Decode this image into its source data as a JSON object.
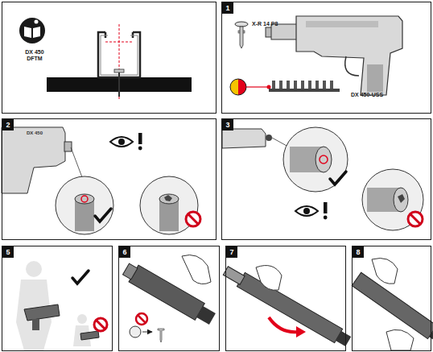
{
  "diagram": {
    "nodes": [
      {
        "text": [
          "DX 450 DFTM"
        ]
      },
      {
        "text": [
          "1",
          "X-R 14 P8",
          "DX 450-USS"
        ]
      },
      {
        "text": [
          "2",
          "DX 450"
        ]
      },
      {
        "text": [
          "3"
        ]
      },
      {
        "text": [
          "5"
        ]
      },
      {
        "text": [
          "6"
        ]
      },
      {
        "text": [
          "7"
        ]
      },
      {
        "text": [
          "8"
        ]
      }
    ]
  }
}
